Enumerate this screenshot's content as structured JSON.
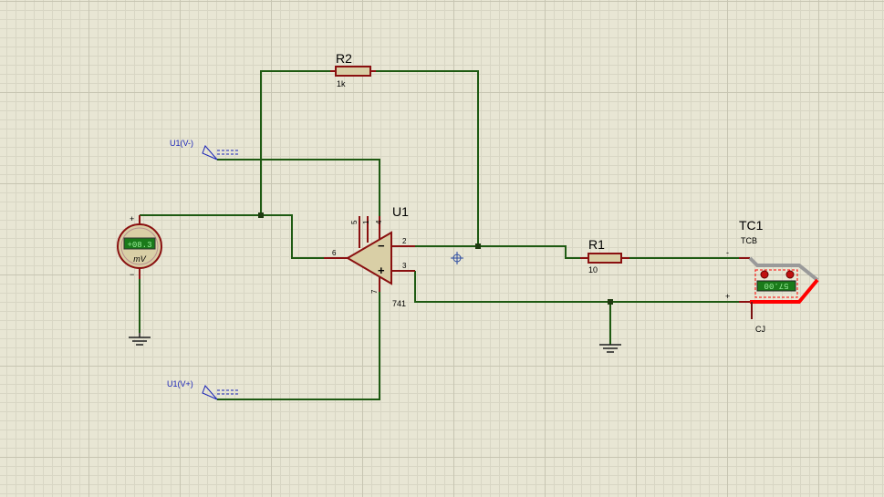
{
  "colors": {
    "background": "#e8e6d4",
    "wire": "#1e5a12",
    "component_outline": "#8a1010",
    "component_fill": "#d9cfa6",
    "terminal_label": "#1a24b8",
    "meter_display": "#1a7a1a",
    "thermocouple_hot": "#ff0000",
    "thermocouple_cold": "#9a9a9a"
  },
  "components": {
    "r2": {
      "ref": "R2",
      "value": "1k"
    },
    "r1": {
      "ref": "R1",
      "value": "10"
    },
    "u1": {
      "ref": "U1",
      "value": "741",
      "pins": {
        "inv": "2",
        "noninv": "3",
        "out": "6",
        "vneg": "4",
        "vpos": "7",
        "offset5": "5",
        "offset1": "1"
      },
      "inv_symbol": "−",
      "noninv_symbol": "+"
    },
    "tc1": {
      "ref": "TC1",
      "model": "TCB",
      "cj_label": "CJ",
      "display": "57.00",
      "minus": "-",
      "plus": "+"
    },
    "mv_meter": {
      "display": "+08.3",
      "unit": "mV",
      "plus": "+",
      "minus": "−"
    },
    "term_vneg": {
      "label": "U1(V-)"
    },
    "term_vpos": {
      "label": "U1(V+)"
    }
  }
}
